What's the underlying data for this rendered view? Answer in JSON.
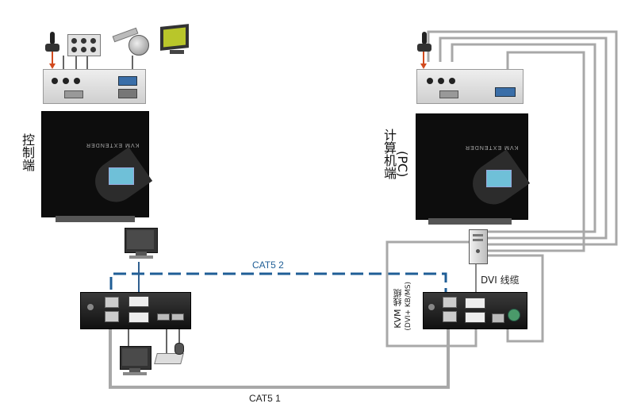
{
  "labels": {
    "console_side": "控制端",
    "computer_side_main": "计算机端",
    "computer_side_pc": "(PC)",
    "cat5_2": "CAT5 2",
    "cat5_1": "CAT5 1",
    "dvi_cable": "DVI 线缆",
    "kvm_cable": "KVM 线缆",
    "kvm_cable_sub": "(DVI+ KB/MS)",
    "extender_brand": "KVM EXTENDER"
  },
  "icons": [
    "joystick-icon",
    "audio-jack-icon",
    "ptz-camera-icon",
    "lcd-monitor-icon",
    "keyboard-icon",
    "mouse-icon",
    "pc-tower-icon"
  ],
  "colors": {
    "cable_grey": "#9a9a9a",
    "cat5_2_dashed": "#1f5e96",
    "device_black": "#111111",
    "port_blue": "#3a6ea8"
  }
}
